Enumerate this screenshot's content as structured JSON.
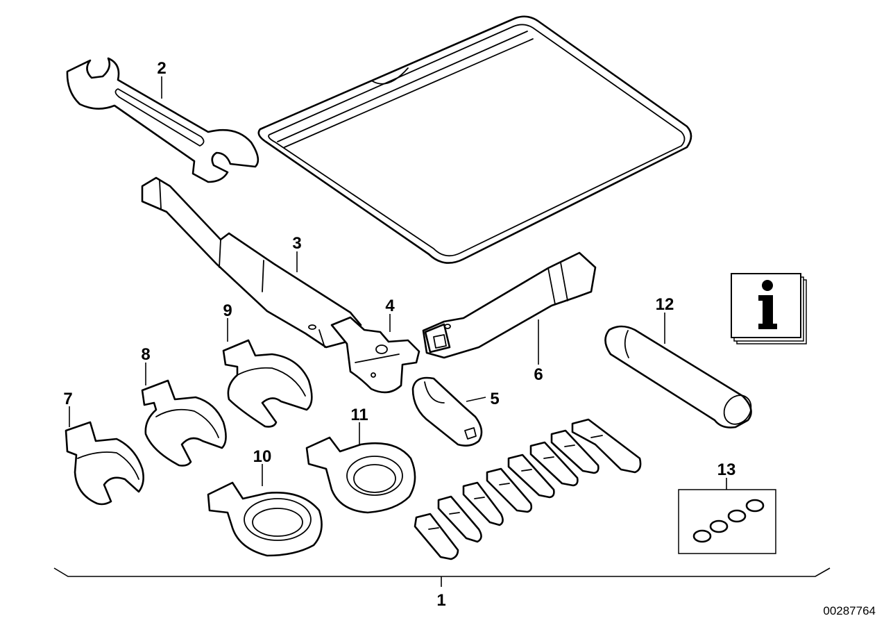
{
  "document_number": "00287764",
  "callouts": {
    "c1": "1",
    "c2": "2",
    "c3": "3",
    "c4": "4",
    "c5": "5",
    "c6": "6",
    "c7": "7",
    "c8": "8",
    "c9": "9",
    "c10": "10",
    "c11": "11",
    "c12": "12",
    "c13": "13"
  },
  "parts": [
    {
      "callout": "1",
      "depicts": "tool kit (complete set)"
    },
    {
      "callout": "2",
      "depicts": "double open-end wrench"
    },
    {
      "callout": "3",
      "depicts": "torque wrench"
    },
    {
      "callout": "4",
      "depicts": "ratchet head"
    },
    {
      "callout": "5",
      "depicts": "adapter socket"
    },
    {
      "callout": "6",
      "depicts": "socket extension"
    },
    {
      "callout": "7",
      "depicts": "open-end insert tool"
    },
    {
      "callout": "8",
      "depicts": "open-end insert tool"
    },
    {
      "callout": "9",
      "depicts": "open-end insert tool"
    },
    {
      "callout": "10",
      "depicts": "ring insert tool"
    },
    {
      "callout": "11",
      "depicts": "ring insert tool"
    },
    {
      "callout": "12",
      "depicts": "cylindrical tube"
    },
    {
      "callout": "13",
      "depicts": "set of small discs"
    }
  ],
  "icons": [
    "info-icon"
  ]
}
